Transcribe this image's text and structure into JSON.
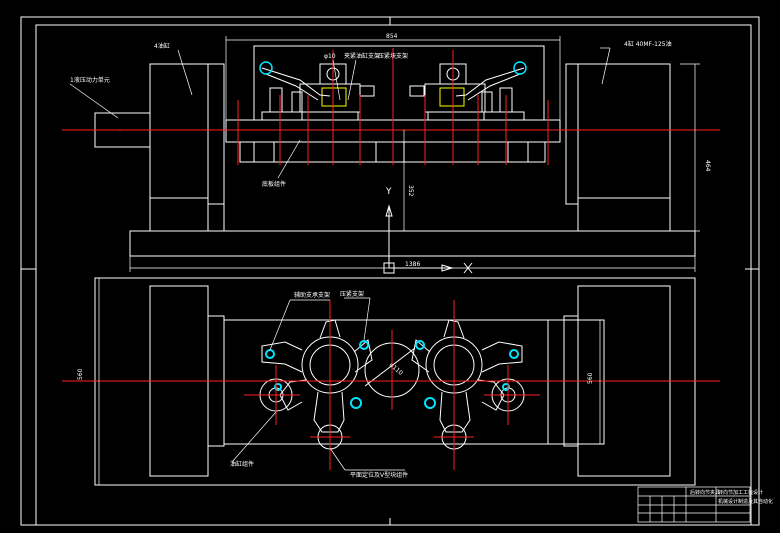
{
  "labels": {
    "cylinder_top": "4油缸",
    "motor_left": "1液压动力单元",
    "cylinder_right_top": "4缸 40MF-125油",
    "top_part1": "夹紧油缸支架",
    "top_part2": "压紧块支架",
    "top_part3": "φ10",
    "base_label": "底板组件",
    "plan_support1": "辅助支承支架",
    "plan_support2": "压紧支架",
    "plan_oil": "油缸组件",
    "plan_locate": "平面定位及V型块组件"
  },
  "dimensions": {
    "top_width": "854",
    "side_height": "464",
    "center_height": "352",
    "base_length": "1386",
    "plan_left_height": "560",
    "plan_right_height": "560",
    "plan_diameter": "φ110"
  },
  "axes": {
    "y": "Y",
    "x": "X"
  },
  "title_block": {
    "drawing_name": "后转向节夹具",
    "row1": "转向节加工工装设计",
    "row2": "机械设计制造及其自动化"
  },
  "colors": {
    "background": "#000000",
    "outline": "#ffffff",
    "centerline": "#ff2020",
    "part": "#ffffff",
    "hole": "#00e5ff",
    "accent": "#ffff00"
  }
}
